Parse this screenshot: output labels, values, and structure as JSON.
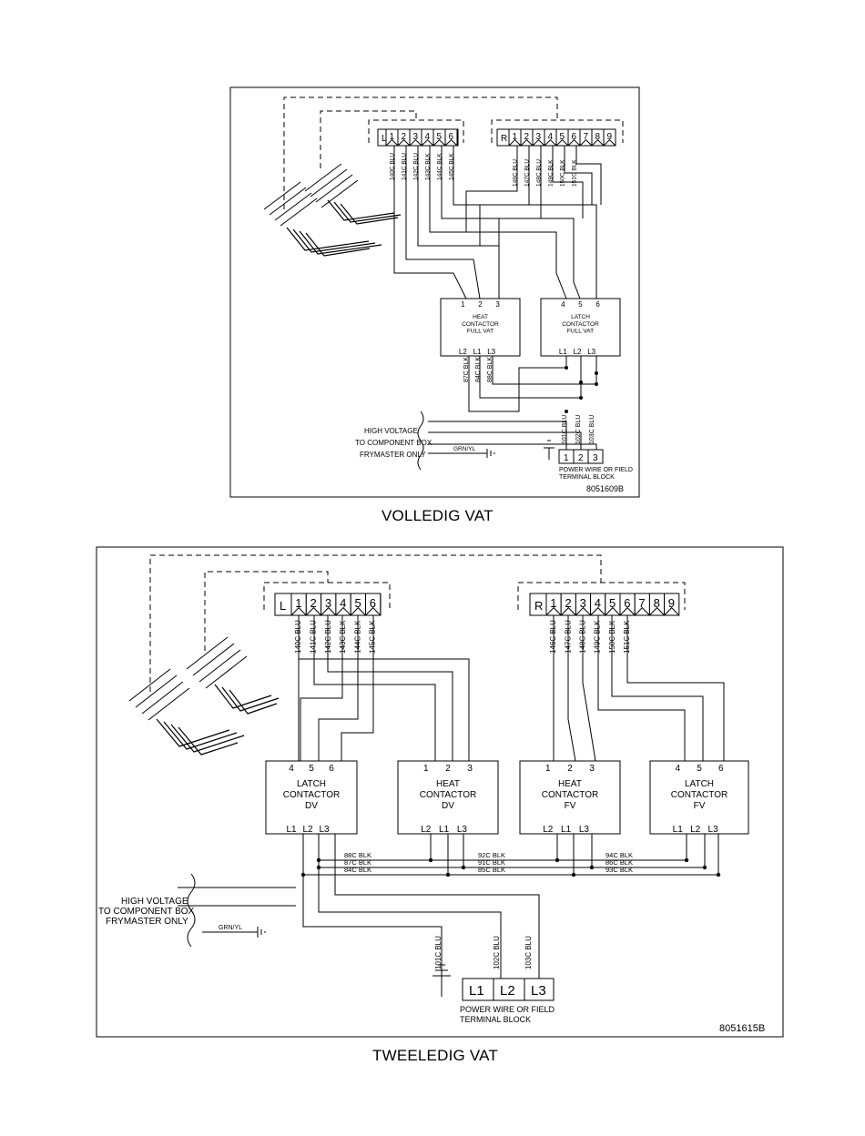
{
  "diagram1": {
    "caption": "VOLLEDIG VAT",
    "part_number": "8051609B",
    "left_block": {
      "label": "L",
      "pins": [
        "1",
        "2",
        "3",
        "4",
        "5",
        "6"
      ]
    },
    "right_block": {
      "label": "R",
      "pins": [
        "1",
        "2",
        "3",
        "4",
        "5",
        "6",
        "7",
        "8",
        "9"
      ]
    },
    "left_wires": [
      "140C BLU",
      "141C BLU",
      "142C BLU",
      "143C BLK",
      "144C BLK",
      "145C BLK"
    ],
    "right_wires": [
      "146C BLU",
      "147C BLU",
      "148C BLU",
      "149C BLK",
      "150C BLK",
      "151C BLK"
    ],
    "heat_contactor": {
      "lines": [
        "HEAT",
        "CONTACTOR",
        "FULL VAT"
      ],
      "top_pins": [
        "1",
        "2",
        "3"
      ],
      "bottom_pins": [
        "L2",
        "L1",
        "L3"
      ]
    },
    "latch_contactor": {
      "lines": [
        "LATCH",
        "CONTACTOR",
        "FULL VAT"
      ],
      "top_pins": [
        "4",
        "5",
        "6"
      ],
      "bottom_pins": [
        "L1",
        "L2",
        "L3"
      ]
    },
    "heat_out_wires": [
      "87C BLK",
      "84C BLK",
      "88C BLK"
    ],
    "power_wires": [
      "101C BLU",
      "102C BLU",
      "103C BLU"
    ],
    "hv_note": [
      "HIGH VOLTAGE",
      "TO COMPONENT BOX",
      "FRYMASTER ONLY"
    ],
    "ground": "GRN/YL",
    "terminal_pins": [
      "1",
      "2",
      "3"
    ],
    "terminal_note": [
      "POWER WIRE OR FIELD",
      "TERMINAL BLOCK"
    ]
  },
  "diagram2": {
    "caption": "TWEELEDIG VAT",
    "part_number": "8051615B",
    "left_block": {
      "label": "L",
      "pins": [
        "1",
        "2",
        "3",
        "4",
        "5",
        "6"
      ]
    },
    "right_block": {
      "label": "R",
      "pins": [
        "1",
        "2",
        "3",
        "4",
        "5",
        "6",
        "7",
        "8",
        "9"
      ]
    },
    "left_wires": [
      "140C BLU",
      "141C BLU",
      "142C BLU",
      "143C BLK",
      "144C BLK",
      "145C BLK"
    ],
    "right_wires": [
      "146C BLU",
      "147C BLU",
      "148C BLU",
      "149C BLK",
      "150C BLK",
      "151C BLK"
    ],
    "contactors": [
      {
        "lines": [
          "LATCH",
          "CONTACTOR",
          "DV"
        ],
        "top_pins": [
          "4",
          "5",
          "6"
        ],
        "bottom_pins": [
          "L1",
          "L2",
          "L3"
        ]
      },
      {
        "lines": [
          "HEAT",
          "CONTACTOR",
          "DV"
        ],
        "top_pins": [
          "1",
          "2",
          "3"
        ],
        "bottom_pins": [
          "L2",
          "L1",
          "L3"
        ]
      },
      {
        "lines": [
          "HEAT",
          "CONTACTOR",
          "FV"
        ],
        "top_pins": [
          "1",
          "2",
          "3"
        ],
        "bottom_pins": [
          "L2",
          "L1",
          "L3"
        ]
      },
      {
        "lines": [
          "LATCH",
          "CONTACTOR",
          "FV"
        ],
        "top_pins": [
          "4",
          "5",
          "6"
        ],
        "bottom_pins": [
          "L1",
          "L2",
          "L3"
        ]
      }
    ],
    "bus_left": [
      "88C BLK",
      "87C BLK",
      "84C BLK"
    ],
    "bus_mid": [
      "92C BLK",
      "91C BLK",
      "85C BLK"
    ],
    "bus_right": [
      "94C BLK",
      "86C BLK",
      "93C BLK"
    ],
    "power_wires": [
      "101C BLU",
      "102C BLU",
      "103C BLU"
    ],
    "hv_note": [
      "HIGH VOLTAGE",
      "TO COMPONENT BOX",
      "FRYMASTER ONLY"
    ],
    "ground": "GRN/YL",
    "terminal_pins": [
      "L1",
      "L2",
      "L3"
    ],
    "terminal_note": [
      "POWER WIRE OR FIELD",
      "TERMINAL BLOCK"
    ]
  }
}
